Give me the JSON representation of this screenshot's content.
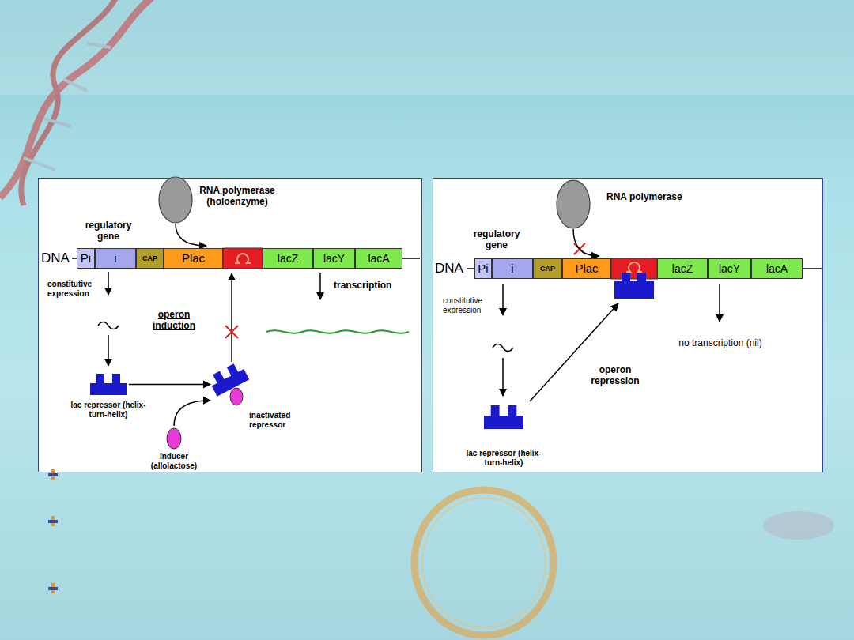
{
  "diagram": {
    "nodes": [
      {
        "text": [
          "RNA polymerase (holoenzyme)"
        ]
      },
      {
        "text": [
          "Pi"
        ]
      },
      {
        "text": [
          "i"
        ]
      },
      {
        "text": [
          "CAP"
        ]
      },
      {
        "text": [
          "Plac"
        ]
      },
      {
        "text": [
          "lacZ"
        ]
      },
      {
        "text": [
          "lacY"
        ]
      },
      {
        "text": [
          "lacA"
        ]
      },
      {
        "text": [
          "lac repressor (helix-turn-helix)"
        ]
      },
      {
        "text": [
          "inactivated repressor"
        ]
      },
      {
        "text": [
          "inducer (allolactose)"
        ]
      },
      {
        "text": [
          "RNA polymerase"
        ]
      },
      {
        "text": [
          "Pi"
        ]
      },
      {
        "text": [
          "i"
        ]
      },
      {
        "text": [
          "CAP"
        ]
      },
      {
        "text": [
          "Plac"
        ]
      },
      {
        "text": [
          "lacZ"
        ]
      },
      {
        "text": [
          "lacY"
        ]
      },
      {
        "text": [
          "lacA"
        ]
      },
      {
        "text": [
          "lac repressor (helix-turn-helix)"
        ]
      }
    ],
    "edges": [
      {
        "from": 0,
        "to": 4,
        "arrow": "to"
      },
      {
        "from": 8,
        "to": 9,
        "arrow": "to"
      },
      {
        "from": 10,
        "to": 9,
        "arrow": "to"
      },
      {
        "from": 11,
        "to": 15,
        "arrow": "to"
      }
    ],
    "labels": [
      "regulatory gene",
      "DNA",
      "constitutive expression",
      "operon induction",
      "transcription",
      "regulatory gene",
      "DNA",
      "constitutive expression",
      "operon repression",
      "no transcription (nil)"
    ]
  }
}
